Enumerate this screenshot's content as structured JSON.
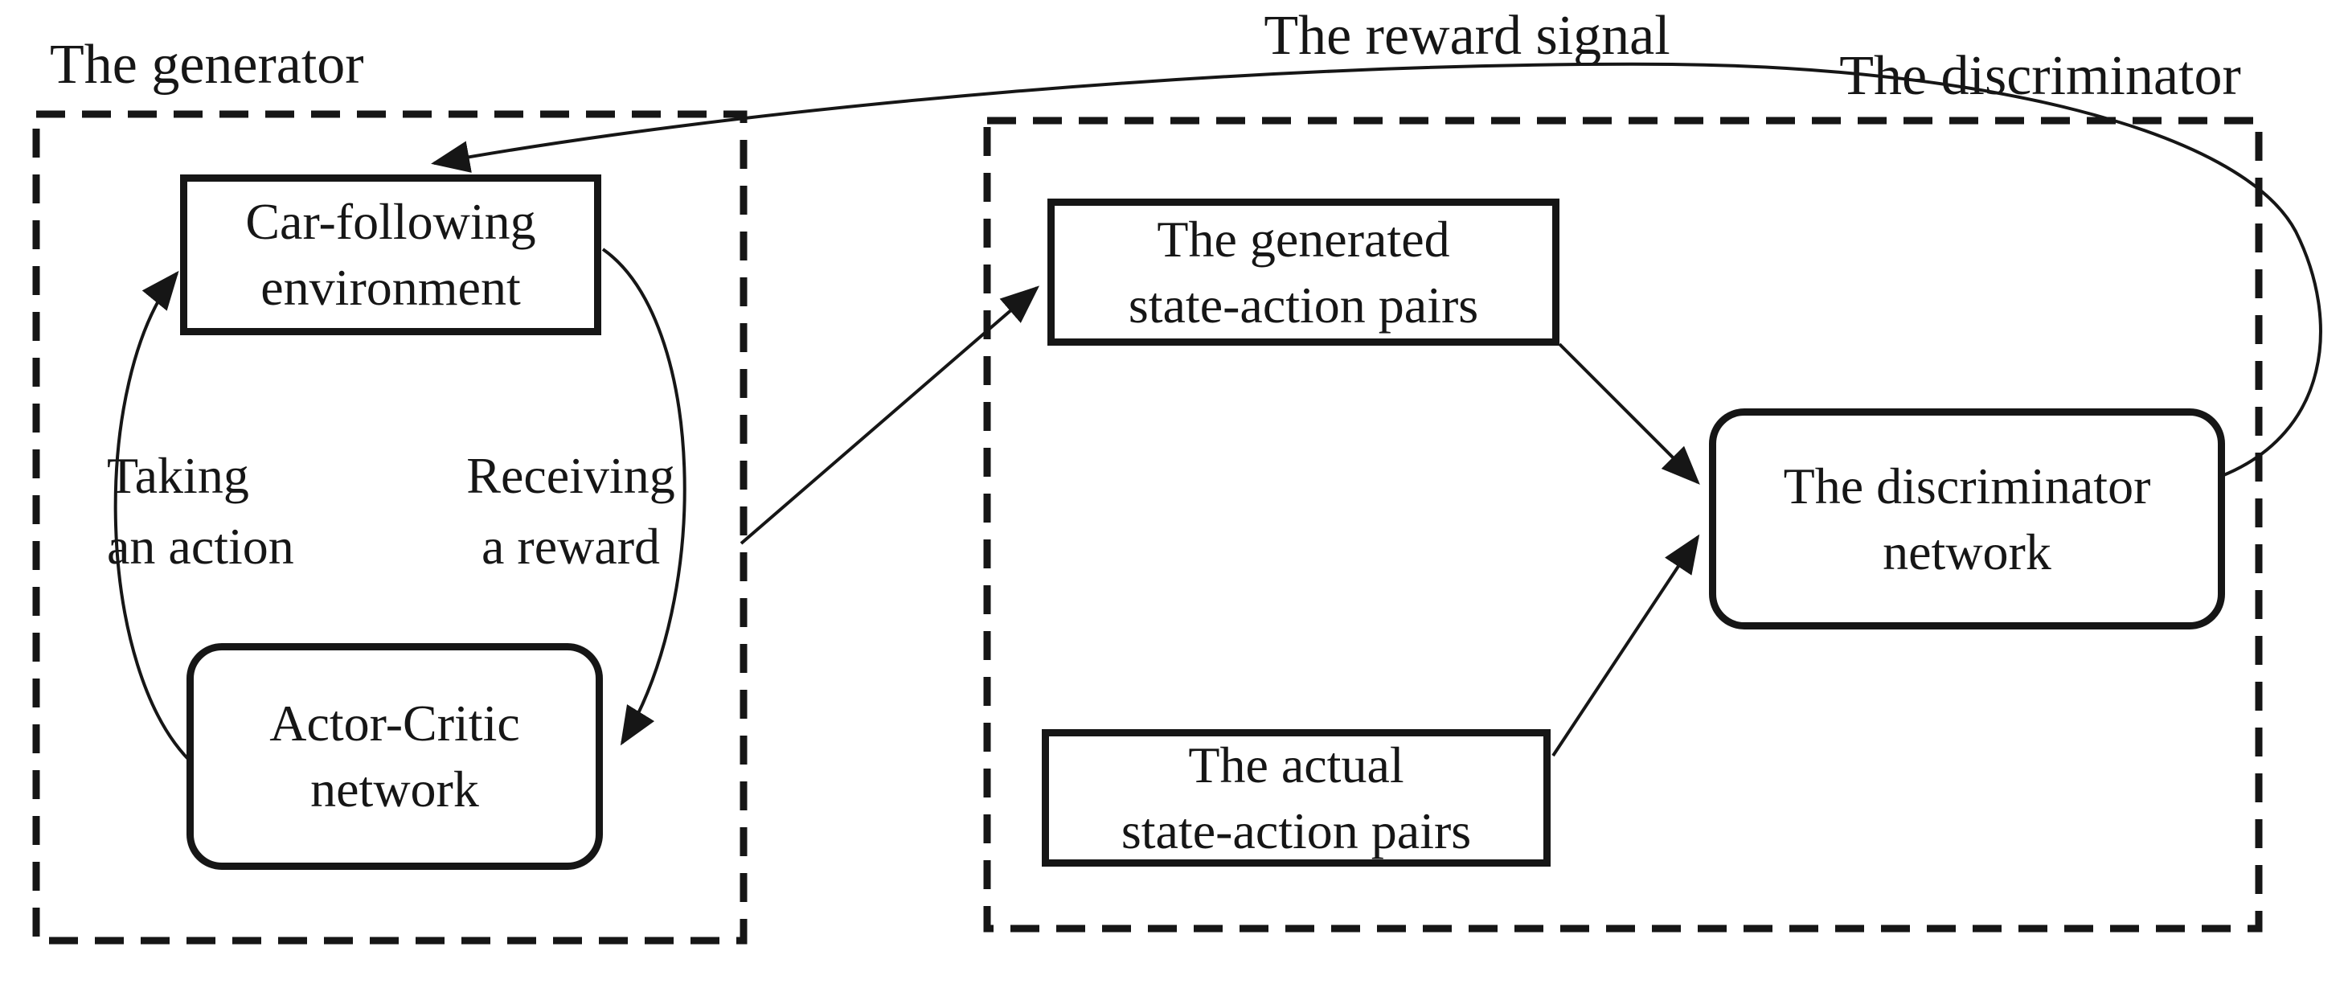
{
  "diagram": {
    "colors": {
      "background": "#ffffff",
      "ink": "#161616"
    },
    "groups": {
      "generator": {
        "label": "The generator"
      },
      "discriminator": {
        "label": "The discriminator"
      }
    },
    "nodes": {
      "environment": {
        "line1": "Car-following",
        "line2": "environment"
      },
      "actor_critic": {
        "line1": "Actor-Critic",
        "line2": "network"
      },
      "generated_pairs": {
        "line1": "The generated",
        "line2": "state-action pairs"
      },
      "actual_pairs": {
        "line1": "The actual",
        "line2": "state-action pairs"
      },
      "discriminator_network": {
        "line1": "The discriminator",
        "line2": "network"
      }
    },
    "edge_labels": {
      "reward_signal": "The reward signal",
      "taking_action": {
        "line1": "Taking",
        "line2": "an action"
      },
      "receiving_reward": {
        "line1": "Receiving",
        "line2": "a reward"
      }
    }
  }
}
